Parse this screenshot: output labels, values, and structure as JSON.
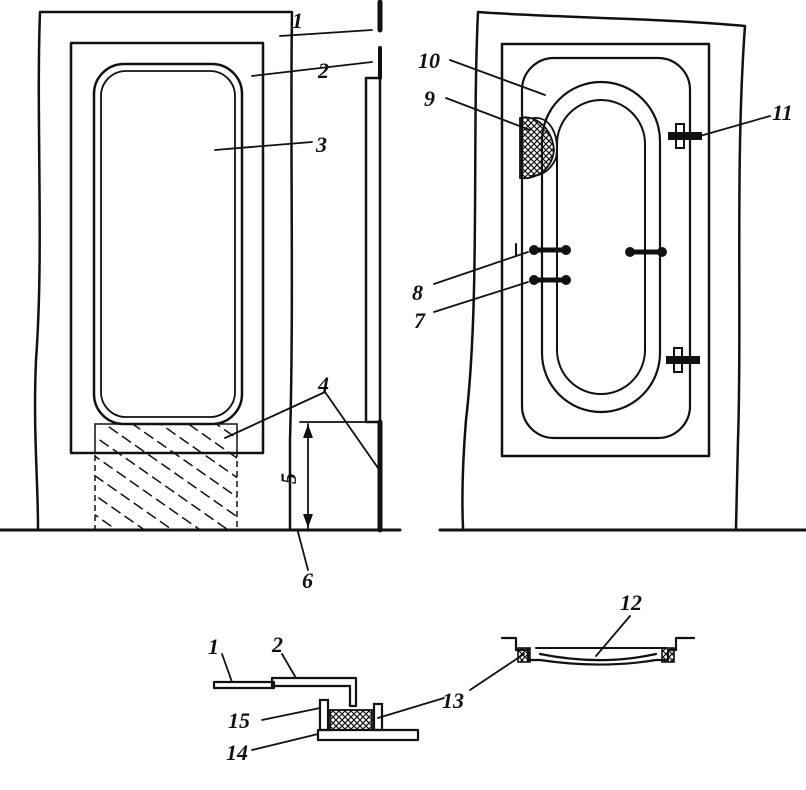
{
  "labels": {
    "l1": "1",
    "l2": "2",
    "l3": "3",
    "l4": "4",
    "l5": "5",
    "l6": "6",
    "l7": "7",
    "l8": "8",
    "l9": "9",
    "l10": "10",
    "l11": "11",
    "l12": "12",
    "l13": "13",
    "l14": "14",
    "l15": "15",
    "s1": "1",
    "s2": "2"
  }
}
